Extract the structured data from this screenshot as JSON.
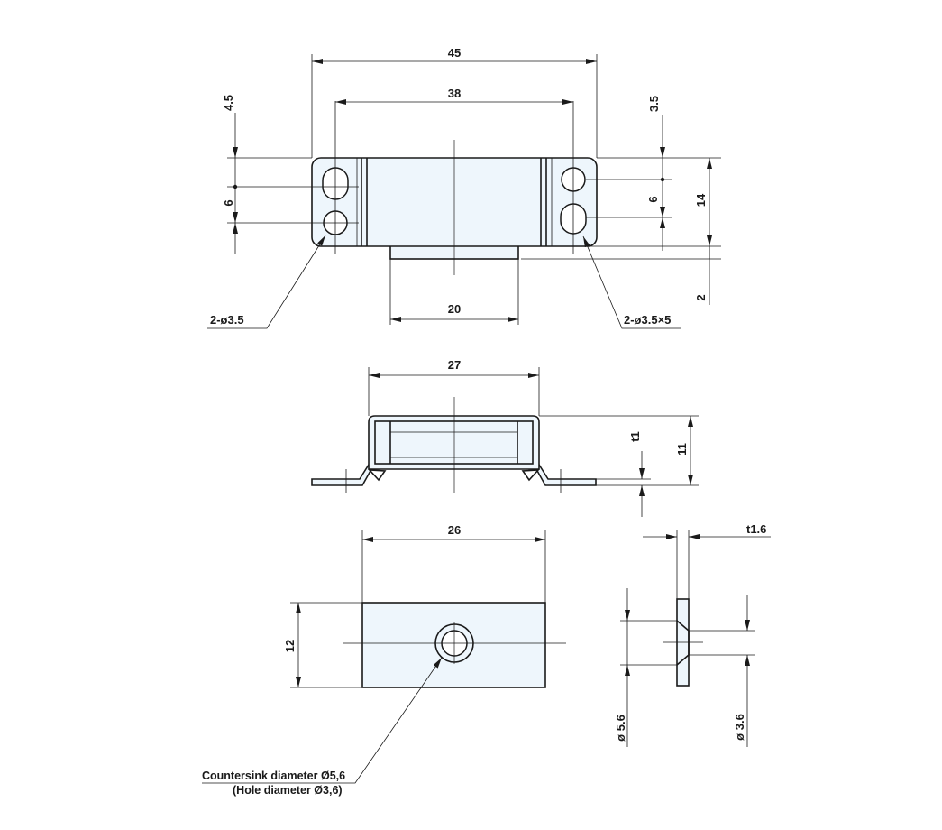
{
  "top_view": {
    "overall_width": "45",
    "hole_pitch": "38",
    "magnet_width": "20",
    "left_top_offset": "4.5",
    "left_hole_pitch": "6",
    "right_top_offset": "3.5",
    "right_hole_pitch": "6",
    "height": "14",
    "magnet_projection": "2",
    "left_holes_label": "2-ø3.5",
    "right_slots_label": "2-ø3.5×5"
  },
  "side_view": {
    "housing_width": "27",
    "plate_thickness": "t1",
    "height": "11"
  },
  "plate_view": {
    "width": "26",
    "height": "12",
    "countersink_note": "Countersink diameter Ø5,6",
    "hole_note": "(Hole diameter Ø3,6)"
  },
  "plate_section": {
    "thickness": "t1.6",
    "countersink_diameter": "ø 5.6",
    "hole_diameter": "ø 3.6"
  }
}
